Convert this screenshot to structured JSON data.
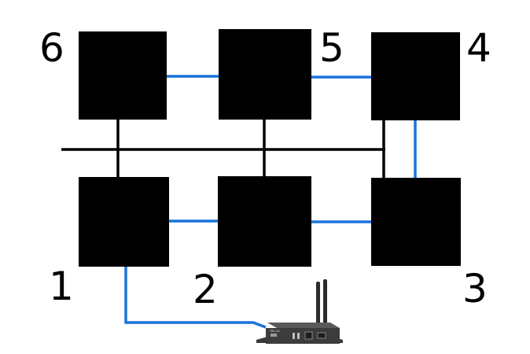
{
  "panels": [
    {
      "id": "1",
      "label": "1"
    },
    {
      "id": "2",
      "label": "2"
    },
    {
      "id": "3",
      "label": "3"
    },
    {
      "id": "4",
      "label": "4"
    },
    {
      "id": "5",
      "label": "5"
    },
    {
      "id": "6",
      "label": "6"
    }
  ],
  "colors": {
    "panel": "#000000",
    "signal_cable": "#1a73d9",
    "power_cable": "#000000",
    "background": "#ffffff"
  },
  "controller": {
    "icon": "router-icon",
    "label": "TB2-4G"
  }
}
